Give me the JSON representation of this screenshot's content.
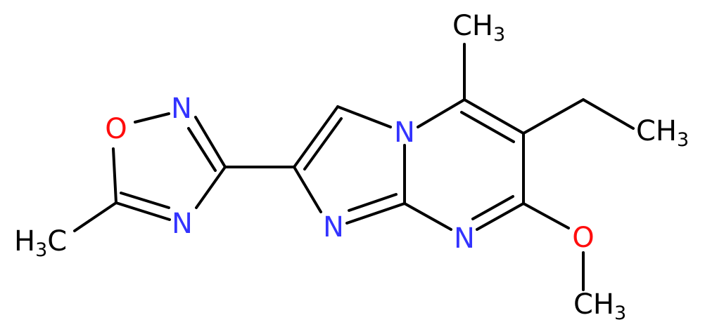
{
  "molecule": {
    "colors": {
      "bond": "#000000",
      "carbon": "#000000",
      "nitrogen": "#3333ff",
      "oxygen": "#ff0d0d"
    },
    "atom_labels": {
      "n_oxadiazole_top": "N",
      "o_oxadiazole": "O",
      "n_oxadiazole_bottom": "N",
      "n_bridgehead": "N",
      "n_imidazole": "N",
      "n_pyrimidine": "N",
      "o_methoxy": "O",
      "ch3_top": {
        "main": "CH",
        "sub": "3"
      },
      "ch3_ethyl": {
        "main": "CH",
        "sub": "3"
      },
      "ch3_methoxy": {
        "main": "CH",
        "sub": "3"
      },
      "h3c_left": {
        "main": "H",
        "sub": "3",
        "tail": "C"
      }
    }
  }
}
